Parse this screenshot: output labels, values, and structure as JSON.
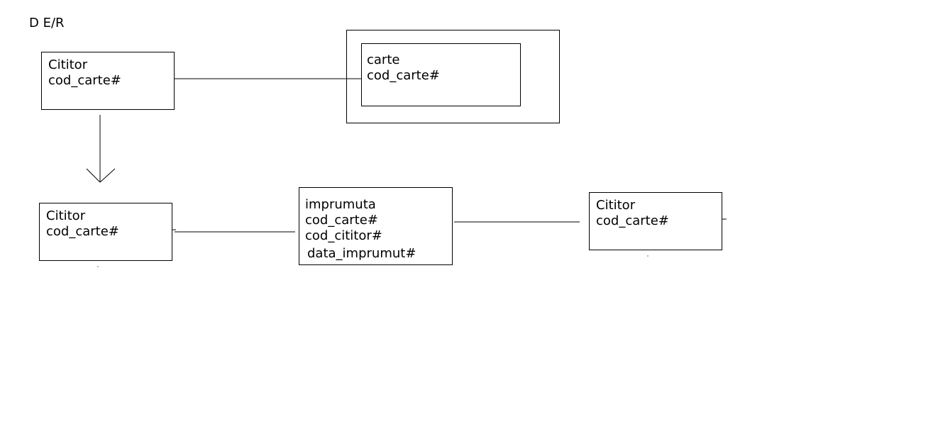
{
  "diagram": {
    "title": "D E/R",
    "entity_top_left": {
      "name": "Cititor",
      "attributes": [
        "cod_carte#"
      ]
    },
    "entity_carte": {
      "name": "carte",
      "attributes": [
        "cod_carte#"
      ]
    },
    "entity_bottom_left": {
      "name": "Cititor",
      "attributes": [
        "cod_carte#"
      ]
    },
    "entity_imprumuta": {
      "name": "imprumuta",
      "attributes": [
        "cod_carte#",
        "cod_cititor#",
        "data_imprumut#"
      ]
    },
    "entity_right": {
      "name": "Cititor",
      "attributes": [
        "cod_carte#"
      ]
    }
  }
}
